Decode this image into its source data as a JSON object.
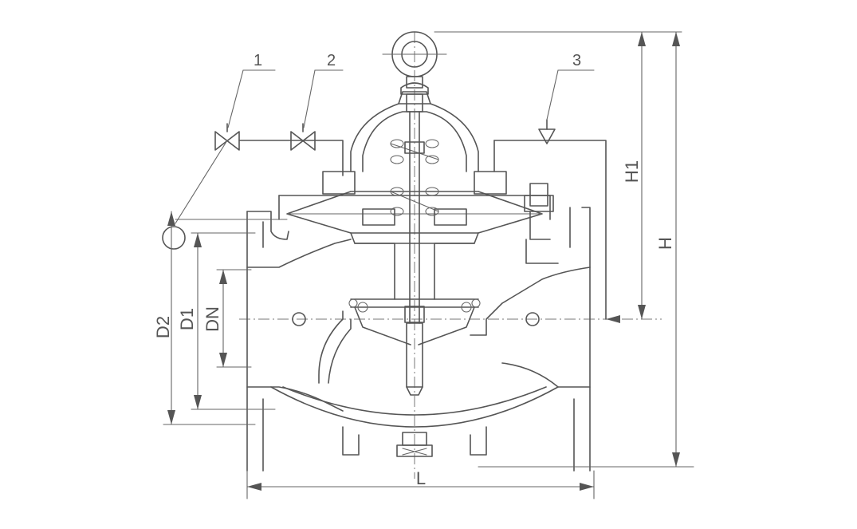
{
  "callouts": {
    "c1": "1",
    "c2": "2",
    "c3": "3"
  },
  "dimensions": {
    "d2": "D2",
    "d1": "D1",
    "dn": "DN",
    "h1": "H1",
    "h": "H",
    "l": "L"
  }
}
